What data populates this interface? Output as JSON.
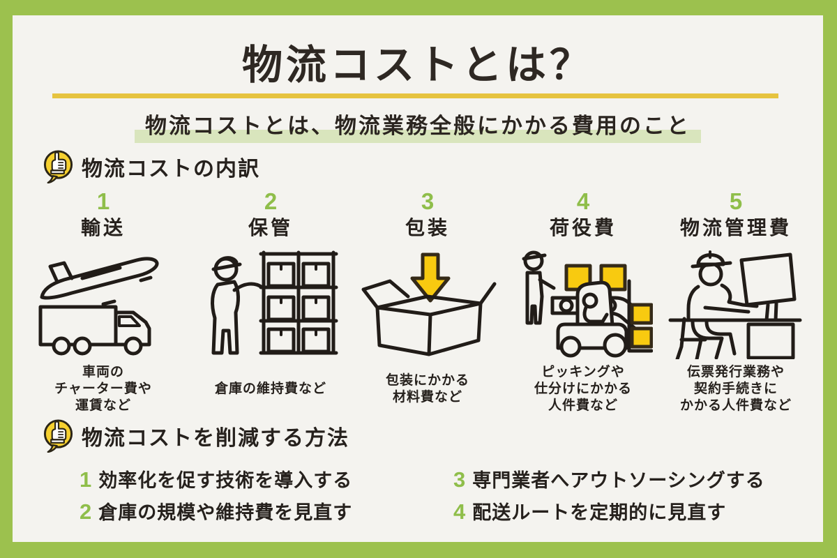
{
  "page": {
    "title": "物流コストとは？",
    "subtitle": "物流コストとは、物流業務全般にかかる費用のこと"
  },
  "colors": {
    "border_green": "#9cc14e",
    "background": "#f4f3ef",
    "text_dark": "#26211d",
    "underline_yellow": "#e6c33f",
    "highlight_green": "#d9e5bd",
    "number_green": "#8fbe4a",
    "icon_bubble_yellow": "#f6d02f",
    "illustration_yellow": "#f8ca10"
  },
  "breakdown": {
    "heading": "物流コストの内訳",
    "items": [
      {
        "number": "1",
        "title": "輸送",
        "icon": "truck-airplane",
        "lines": [
          "車両の",
          "チャーター費や",
          "運賃など"
        ]
      },
      {
        "number": "2",
        "title": "保管",
        "icon": "warehouse-shelf",
        "lines": [
          "倉庫の維持費など"
        ]
      },
      {
        "number": "3",
        "title": "包装",
        "icon": "packing-box-arrow",
        "lines": [
          "包装にかかる",
          "材料費など"
        ]
      },
      {
        "number": "4",
        "title": "荷役費",
        "icon": "conveyor-forklift",
        "lines": [
          "ピッキングや",
          "仕分けにかかる",
          "人件費など"
        ]
      },
      {
        "number": "5",
        "title": "物流管理費",
        "icon": "desk-worker",
        "lines": [
          "伝票発行業務や",
          "契約手続きに",
          "かかる人件費など"
        ]
      }
    ]
  },
  "reduction": {
    "heading": "物流コストを削減する方法",
    "items": [
      {
        "number": "1",
        "text": "効率化を促す技術を導入する"
      },
      {
        "number": "2",
        "text": "倉庫の規模や維持費を見直す"
      },
      {
        "number": "3",
        "text": "専門業者へアウトソーシングする"
      },
      {
        "number": "4",
        "text": "配送ルートを定期的に見直す"
      }
    ]
  }
}
